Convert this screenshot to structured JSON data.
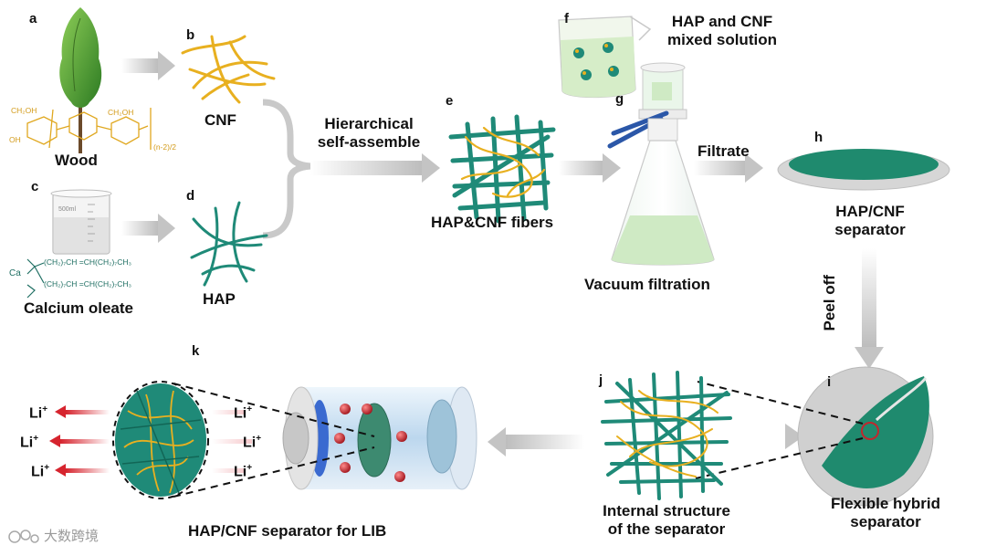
{
  "panel_letters": {
    "a": "a",
    "b": "b",
    "c": "c",
    "d": "d",
    "e": "e",
    "f": "f",
    "g": "g",
    "h": "h",
    "i": "i",
    "j": "j",
    "k": "k"
  },
  "labels": {
    "wood": "Wood",
    "cnf": "CNF",
    "calcium_oleate": "Calcium oleate",
    "hap": "HAP",
    "hierarchical_line1": "Hierarchical",
    "hierarchical_line2": "self-assemble",
    "hap_cnf_fibers": "HAP&CNF fibers",
    "mixed_line1": "HAP and CNF",
    "mixed_line2": "mixed solution",
    "filtrate": "Filtrate",
    "vacuum_filtration": "Vacuum filtration",
    "separator_line1": "HAP/CNF",
    "separator_line2": "separator",
    "peel_off": "Peel off",
    "flexible_line1": "Flexible hybrid",
    "flexible_line2": "separator",
    "internal_line1": "Internal structure",
    "internal_line2": "of the separator",
    "lib_separator": "HAP/CNF separator for LIB"
  },
  "li_ion": {
    "symbol": "Li",
    "charge": "+"
  },
  "chemistry": {
    "cellulose_ch2oh": "CH₂OH",
    "cellulose_oh": "OH",
    "cellulose_repeat": "(n-2)/2",
    "oleate_chain": "(CH₂)₇CH =CH(CH₂)₇CH₃",
    "oleate_ca": "Ca",
    "beaker_mark": "500ml"
  },
  "watermark": "大数跨境",
  "colors": {
    "cnf_gold": "#e8b020",
    "hap_teal": "#1f8a78",
    "arrow_gray": "#cfcfcf",
    "ion_red": "#c0282e"
  }
}
